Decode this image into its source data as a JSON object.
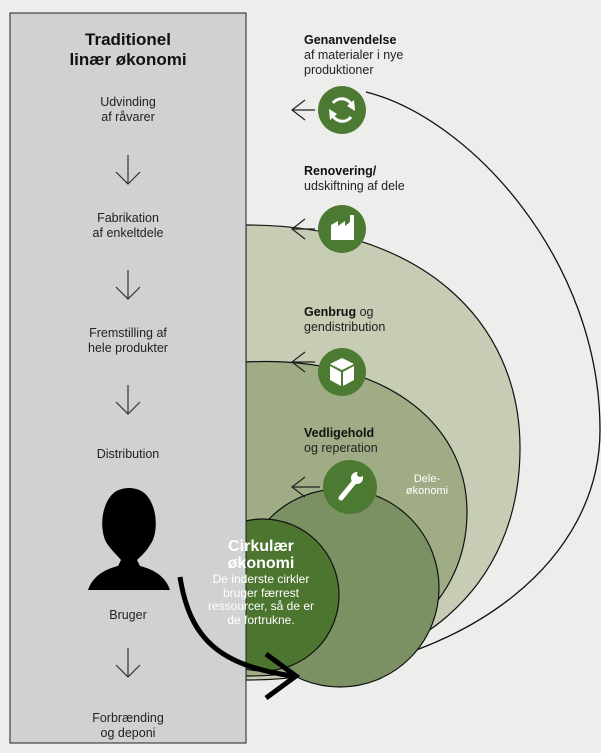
{
  "linear_column": {
    "title_lines": [
      "Traditionel",
      "linær økonomi"
    ],
    "steps": [
      {
        "lines": [
          "Udvinding",
          "af råvarer"
        ]
      },
      {
        "lines": [
          "Fabrikation",
          "af enkeltdele"
        ]
      },
      {
        "lines": [
          "Fremstilling af",
          "hele produkter"
        ]
      },
      {
        "lines": [
          "Distribution"
        ]
      },
      {
        "lines": [
          "Bruger"
        ]
      },
      {
        "lines": [
          "Forbrænding",
          "og deponi"
        ]
      }
    ]
  },
  "loops": [
    {
      "bold": "Genanvendelse",
      "rest": "",
      "line2": "af materialer i nye",
      "line3": "produktioner",
      "icon": "recycle-icon"
    },
    {
      "bold": "Renovering/",
      "rest": "",
      "line2": "udskiftning af dele",
      "line3": "",
      "icon": "factory-icon"
    },
    {
      "bold": "Genbrug",
      "rest": " og",
      "line2": "gendistribution",
      "line3": "",
      "icon": "box-icon"
    },
    {
      "bold": "Vedligehold",
      "rest": "",
      "line2": "og reperation",
      "line3": "",
      "icon": "wrench-icon"
    }
  ],
  "dele_label": [
    "Dele-",
    "økonomi"
  ],
  "center": {
    "title_lines": [
      "Cirkulær",
      "økonomi"
    ],
    "desc_lines": [
      "De inderste cirkler",
      "bruger færrest",
      "ressourcer, så de er",
      "de fortrukne."
    ]
  },
  "colors": {
    "background": "#ededec",
    "column": "#d0d1d2",
    "ring_outer": "#c7cdb4",
    "ring_mid": "#9fac86",
    "ring_inner": "#7b9164",
    "center": "#4c7630",
    "icon_circle": "#4d7a32",
    "line": "#111111"
  }
}
